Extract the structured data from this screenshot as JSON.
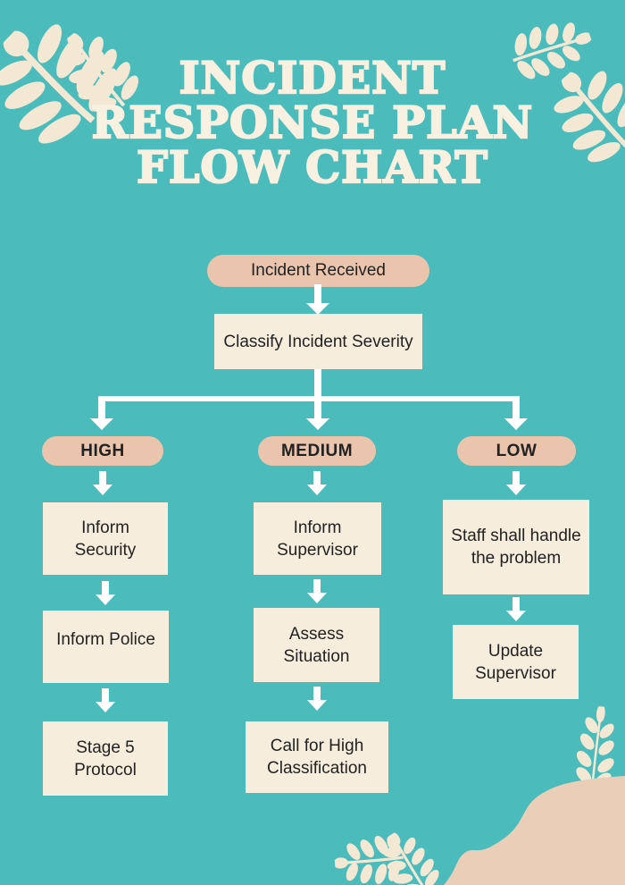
{
  "poster": {
    "title_lines": [
      "INCIDENT",
      "RESPONSE PLAN",
      "FLOW CHART"
    ]
  },
  "flowchart": {
    "start_label": "Incident Received",
    "classify_label": "Classify Incident Severity",
    "branches": [
      {
        "label": "HIGH",
        "steps": [
          "Inform Security",
          "Inform Police",
          "Stage 5 Protocol"
        ]
      },
      {
        "label": "MEDIUM",
        "steps": [
          "Inform Supervisor",
          "Assess Situation",
          "Call for High Classification"
        ]
      },
      {
        "label": "LOW",
        "steps": [
          "Staff shall handle the problem",
          "Update Supervisor"
        ]
      }
    ]
  },
  "colors": {
    "background": "#4bbcbb",
    "pill": "#eac4ac",
    "box": "#f7eddd",
    "arrow": "#ffffff",
    "text": "#222222",
    "title": "#f8f1e1",
    "leaf": "#f3e8d4",
    "blob": "#ebceb8"
  }
}
